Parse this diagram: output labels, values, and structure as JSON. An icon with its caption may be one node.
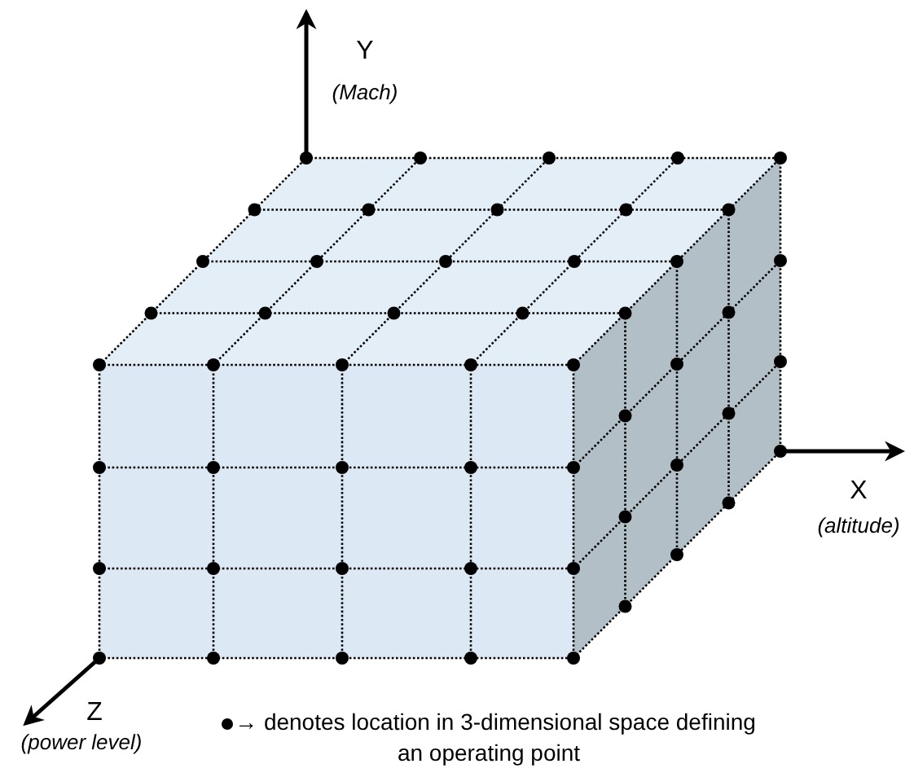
{
  "diagram": {
    "labels": [
      "Y",
      "(Mach)",
      "X",
      "(altitude)",
      "Z",
      "(power level)"
    ],
    "legend": [
      {
        "text": "→ denotes location in 3-dimensional space defining an operating point"
      }
    ]
  }
}
